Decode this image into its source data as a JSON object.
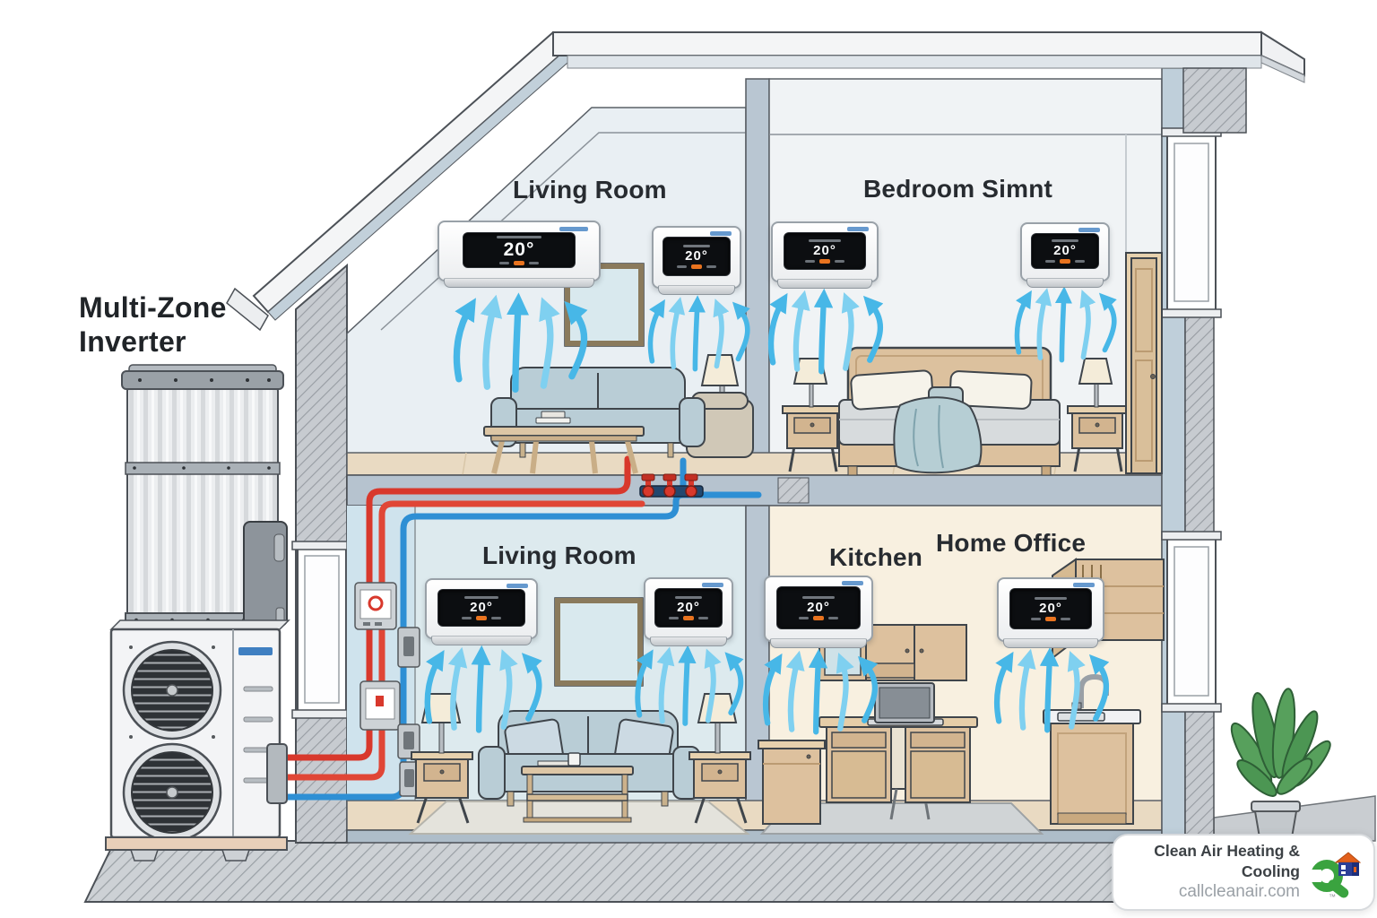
{
  "outdoor_unit": {
    "title_line1": "Multi-Zone",
    "title_line2": "Inverter",
    "fans": 2
  },
  "rooms": [
    {
      "name": "living-room-upper",
      "label": "Living Room"
    },
    {
      "name": "bedroom",
      "label": "Bedroom Simnt"
    },
    {
      "name": "living-room-lower",
      "label": "Living Room"
    },
    {
      "name": "kitchen",
      "label": "Kitchen"
    },
    {
      "name": "home-office",
      "label": "Home Office"
    }
  ],
  "indoor_units": [
    {
      "room": "Living Room (upper)",
      "position": "left",
      "temp": "20°"
    },
    {
      "room": "Living Room (upper)",
      "position": "right",
      "temp": "20°"
    },
    {
      "room": "Bedroom Simnt",
      "position": "left",
      "temp": "20°"
    },
    {
      "room": "Bedroom Simnt",
      "position": "right",
      "temp": "20°"
    },
    {
      "room": "Living Room (lower)",
      "position": "left",
      "temp": "20°"
    },
    {
      "room": "Living Room (lower)",
      "position": "right",
      "temp": "20°"
    },
    {
      "room": "Kitchen",
      "position": "wall",
      "temp": "20°"
    },
    {
      "room": "Home Office",
      "position": "wall",
      "temp": "20°"
    }
  ],
  "badge": {
    "company": "Clean Air Heating & Cooling",
    "website": "callcleanair.com",
    "trademark": "™"
  },
  "icons": {
    "logo": "wrench-house-icon",
    "airflow": "curved-up-arrows",
    "unit_display": "temperature-screen"
  },
  "colors": {
    "pipe_hot": "#d8382c",
    "pipe_cold": "#2e8fd4",
    "airflow": "#47b7e7",
    "wood_floor": "#e9dac2",
    "wall_cream": "#f8f0e0",
    "wall_blue": "#ddeaee",
    "unit_wordmark_blue": "#4b87c6",
    "display_orange": "#e8731f",
    "badge_green": "#3aa33f",
    "badge_orange": "#e2601c",
    "badge_navy": "#2b3f96"
  }
}
